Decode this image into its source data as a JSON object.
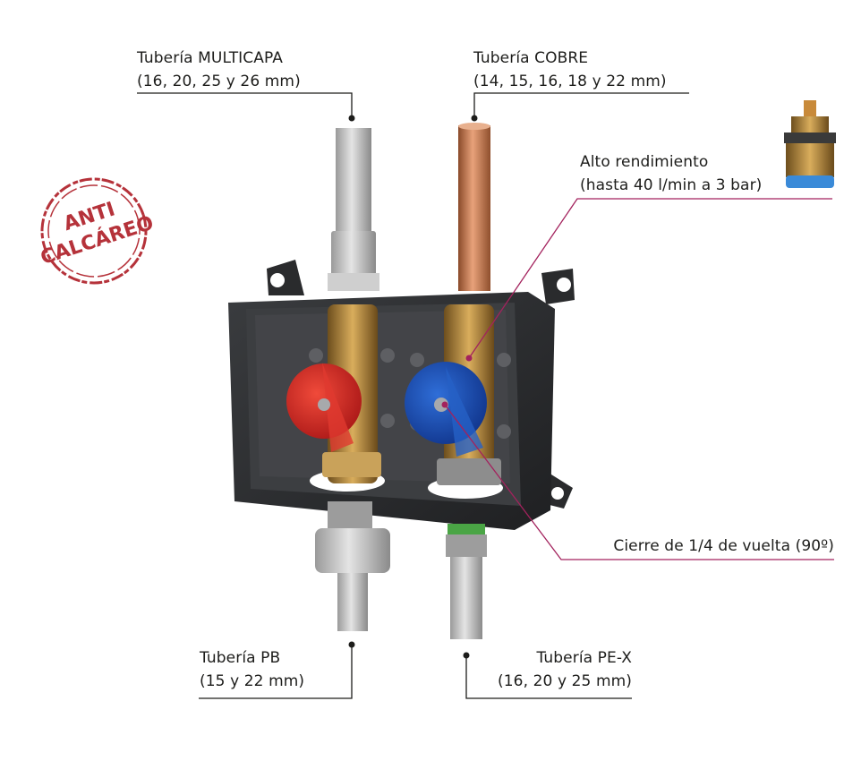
{
  "stamp": {
    "line1": "ANTI",
    "line2": "CALCÁREO",
    "color": "#b5323a"
  },
  "labels": {
    "multicapa": {
      "line1": "Tubería MULTICAPA",
      "line2": "(16, 20, 25 y 26 mm)"
    },
    "cobre": {
      "line1": "Tubería COBRE",
      "line2": "(14, 15, 16, 18 y 22 mm)"
    },
    "rendimiento": {
      "line1": "Alto rendimiento",
      "line2": "(hasta 40 l/min a 3 bar)"
    },
    "cierre": {
      "line1": "Cierre de 1/4 de vuelta (90º)"
    },
    "pb": {
      "line1": "Tubería PB",
      "line2": "(15 y 22 mm)"
    },
    "pex": {
      "line1": "Tubería PE-X",
      "line2": "(16, 20 y 25 mm)"
    }
  },
  "colors": {
    "leader_dark": "#1d1d1b",
    "leader_accent": "#a3225d",
    "hot_valve": "#d42a2a",
    "cold_valve": "#1c4fae",
    "box": "#2b2d2f",
    "brass": "#b8893c",
    "copper": "#c77a4f"
  }
}
